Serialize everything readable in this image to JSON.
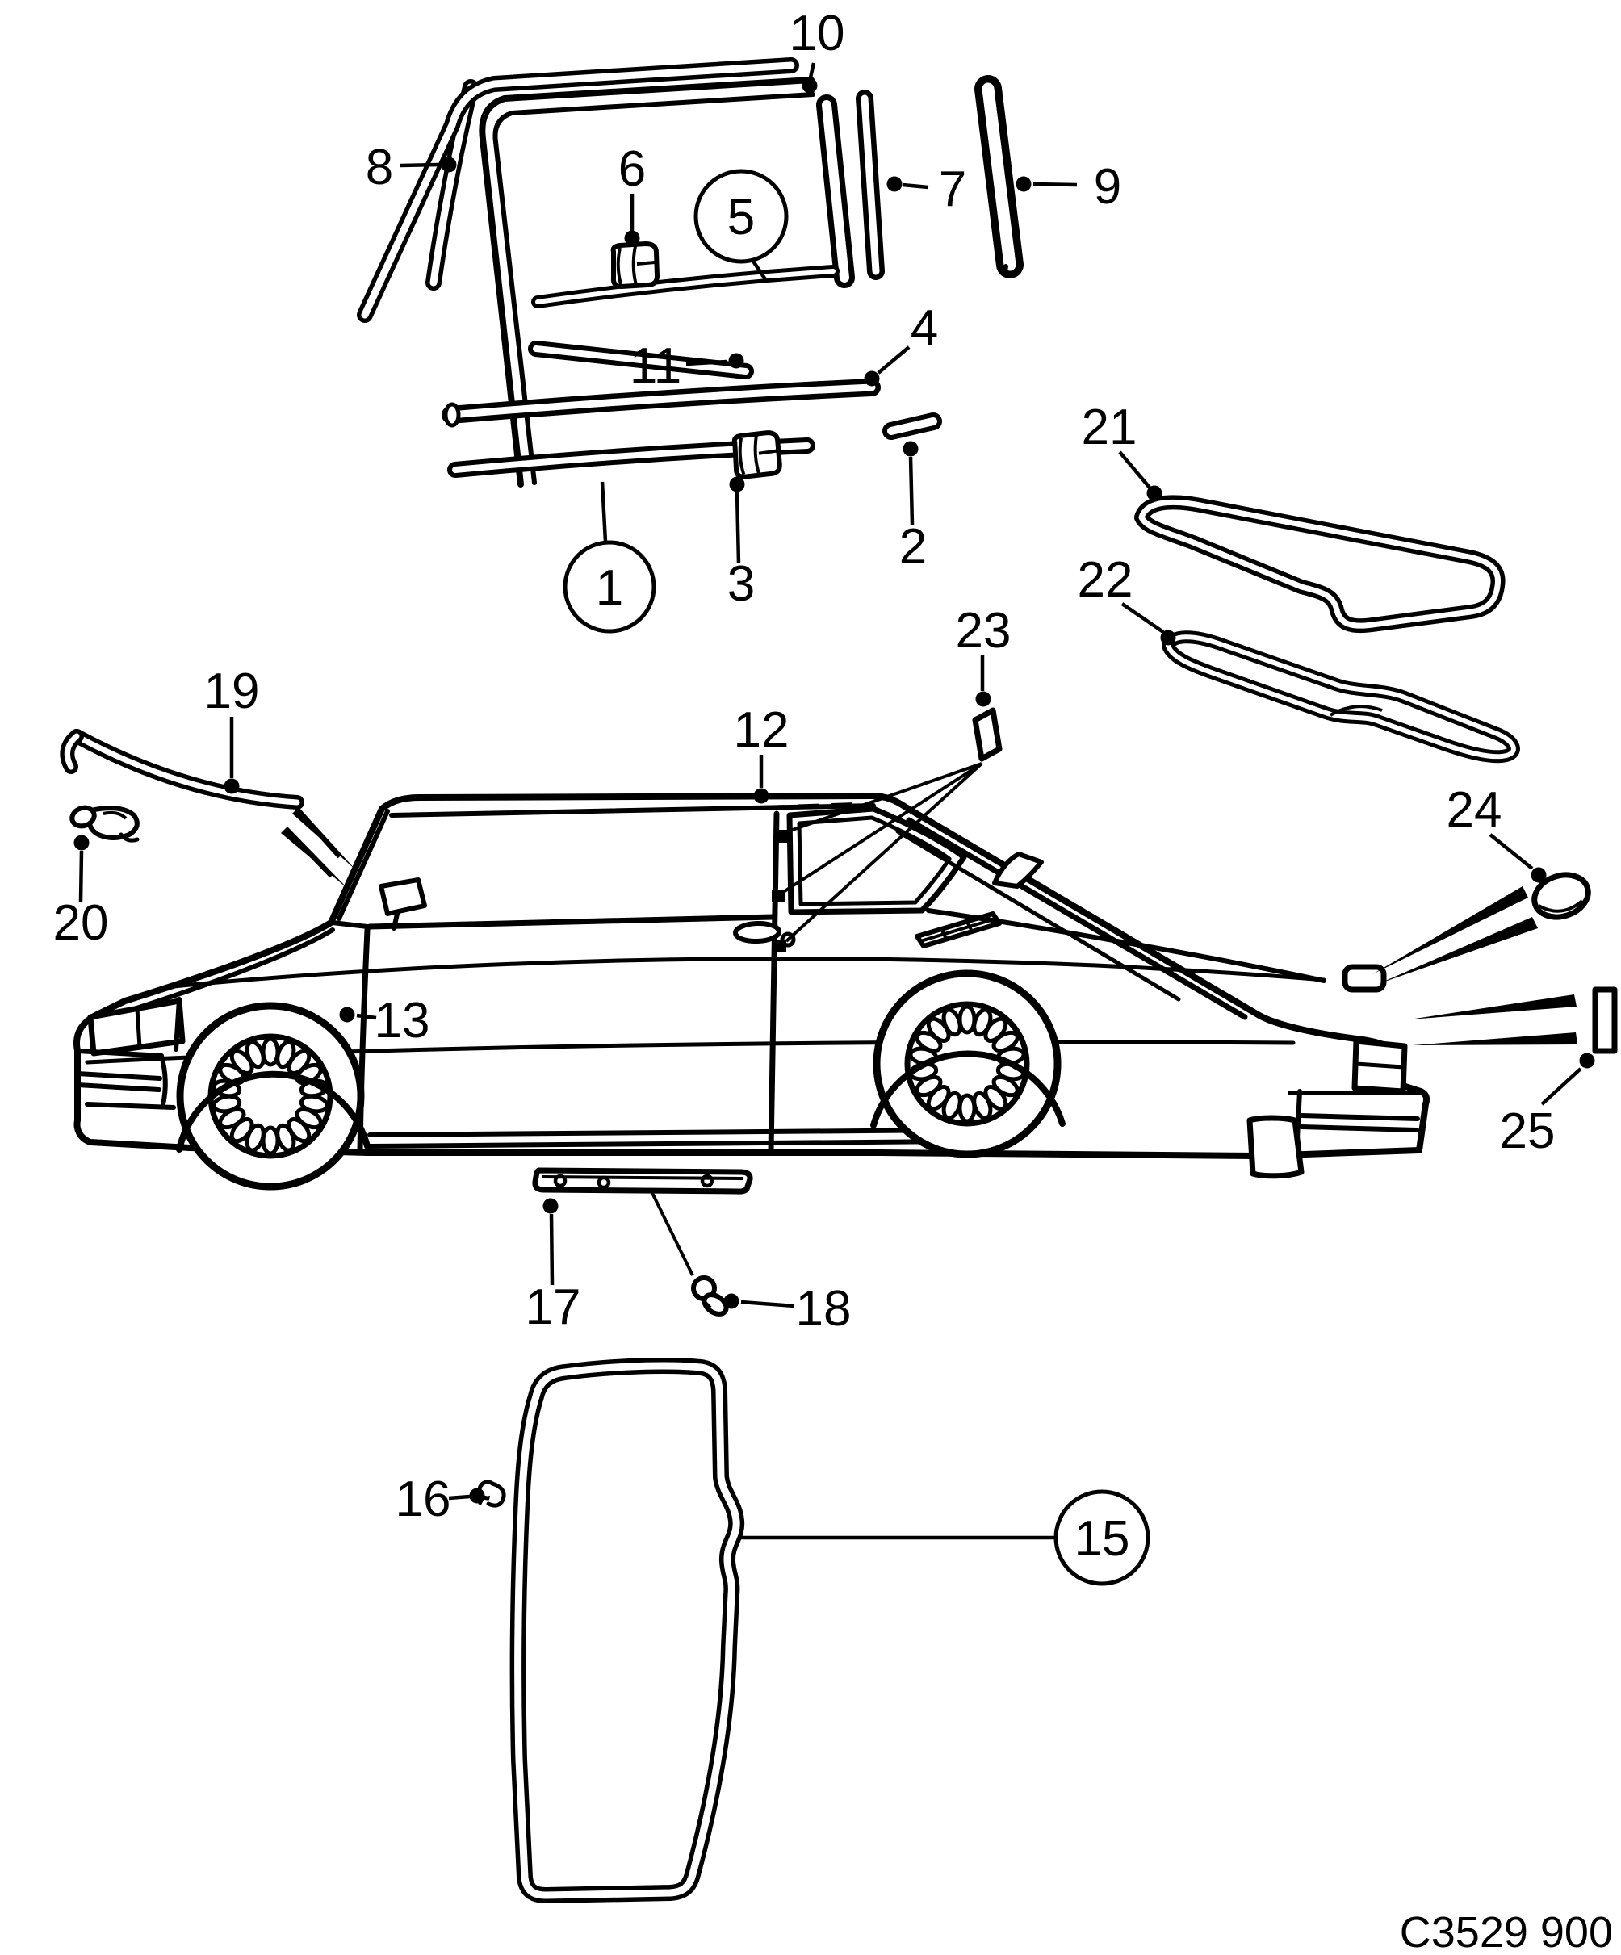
{
  "figure": {
    "code": "C3529 900"
  },
  "parts": {
    "p1": {
      "label": "1",
      "circled": true
    },
    "p2": {
      "label": "2",
      "circled": false
    },
    "p3": {
      "label": "3",
      "circled": false
    },
    "p4": {
      "label": "4",
      "circled": false
    },
    "p5": {
      "label": "5",
      "circled": true
    },
    "p6": {
      "label": "6",
      "circled": false
    },
    "p7": {
      "label": "7",
      "circled": false
    },
    "p8": {
      "label": "8",
      "circled": false
    },
    "p9": {
      "label": "9",
      "circled": false
    },
    "p10": {
      "label": "10",
      "circled": false
    },
    "p11": {
      "label": "11",
      "circled": false
    },
    "p12": {
      "label": "12",
      "circled": false
    },
    "p13": {
      "label": "13",
      "circled": false
    },
    "p15": {
      "label": "15",
      "circled": true
    },
    "p16": {
      "label": "16",
      "circled": false
    },
    "p17": {
      "label": "17",
      "circled": false
    },
    "p18": {
      "label": "18",
      "circled": false
    },
    "p19": {
      "label": "19",
      "circled": false
    },
    "p20": {
      "label": "20",
      "circled": false
    },
    "p21": {
      "label": "21",
      "circled": false
    },
    "p22": {
      "label": "22",
      "circled": false
    },
    "p23": {
      "label": "23",
      "circled": false
    },
    "p24": {
      "label": "24",
      "circled": false
    },
    "p25": {
      "label": "25",
      "circled": false
    }
  }
}
